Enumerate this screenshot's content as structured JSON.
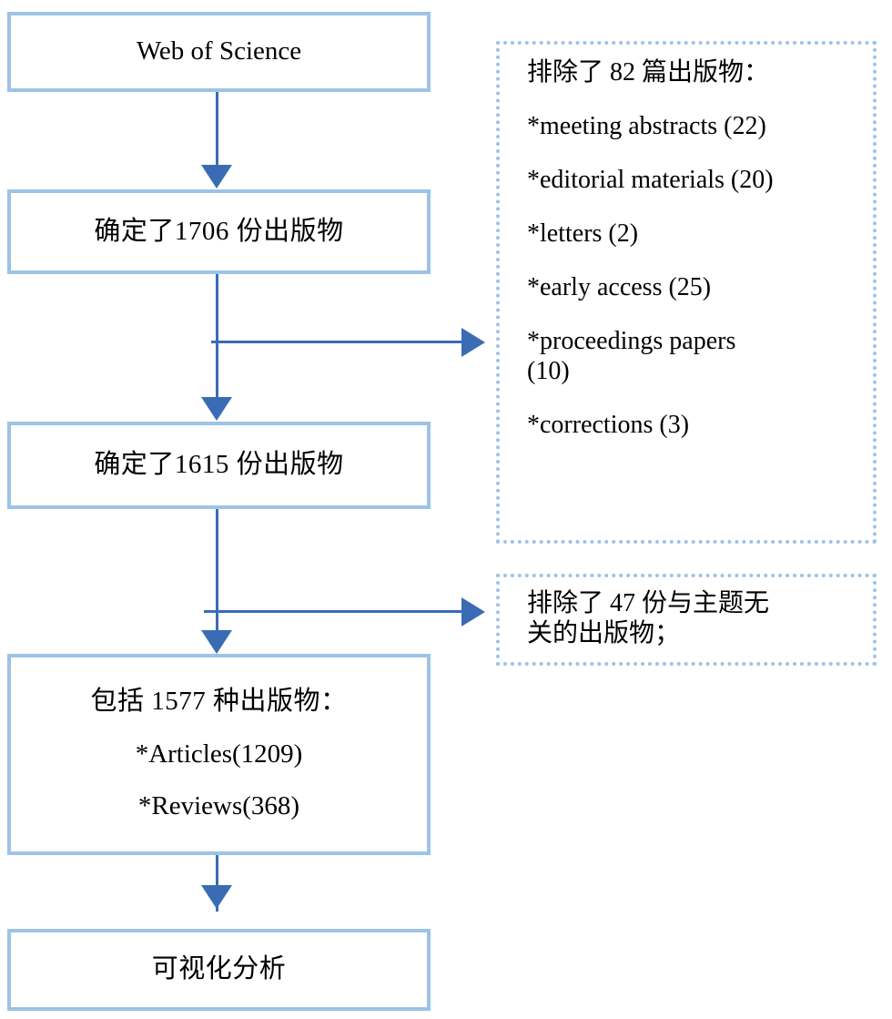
{
  "diagram": {
    "title": "Publication screening flowchart",
    "colors": {
      "box_border": "#9DC3E6",
      "arrow": "#3A6CB5",
      "note_border": "#9DC3E6",
      "background": "#FFFFFF",
      "text": "#000000"
    },
    "nodes": [
      {
        "id": "source",
        "lines": [
          "Web of Science"
        ]
      },
      {
        "id": "identified-1706",
        "lines": [
          "确定了1706 份出版物"
        ]
      },
      {
        "id": "identified-1615",
        "lines": [
          "确定了1615 份出版物"
        ]
      },
      {
        "id": "included-1577",
        "lines": [
          "包括 1577 种出版物：",
          "*Articles(1209)",
          "*Reviews(368)"
        ]
      },
      {
        "id": "visual-analysis",
        "lines": [
          "可视化分析"
        ]
      }
    ],
    "notes": [
      {
        "id": "excluded-82",
        "lines": [
          "排除了 82 篇出版物：",
          "*meeting abstracts (22)",
          "*editorial materials (20)",
          "*letters (2)",
          "*early access (25)",
          "*proceedings papers\n(10)",
          "*corrections (3)"
        ]
      },
      {
        "id": "excluded-47",
        "lines": [
          "排除了 47 份与主题无\n关的出版物；"
        ]
      }
    ],
    "connectors": [
      {
        "id": "source-to-1706",
        "kind": "arrow-down"
      },
      {
        "id": "from-1706-branch",
        "kind": "arrow-right-to-excluded-82"
      },
      {
        "id": "1706-to-1615",
        "kind": "arrow-down"
      },
      {
        "id": "from-1615-branch",
        "kind": "arrow-right-to-excluded-47"
      },
      {
        "id": "1615-to-1577",
        "kind": "arrow-down"
      },
      {
        "id": "1577-to-analysis",
        "kind": "arrow-down"
      }
    ]
  }
}
